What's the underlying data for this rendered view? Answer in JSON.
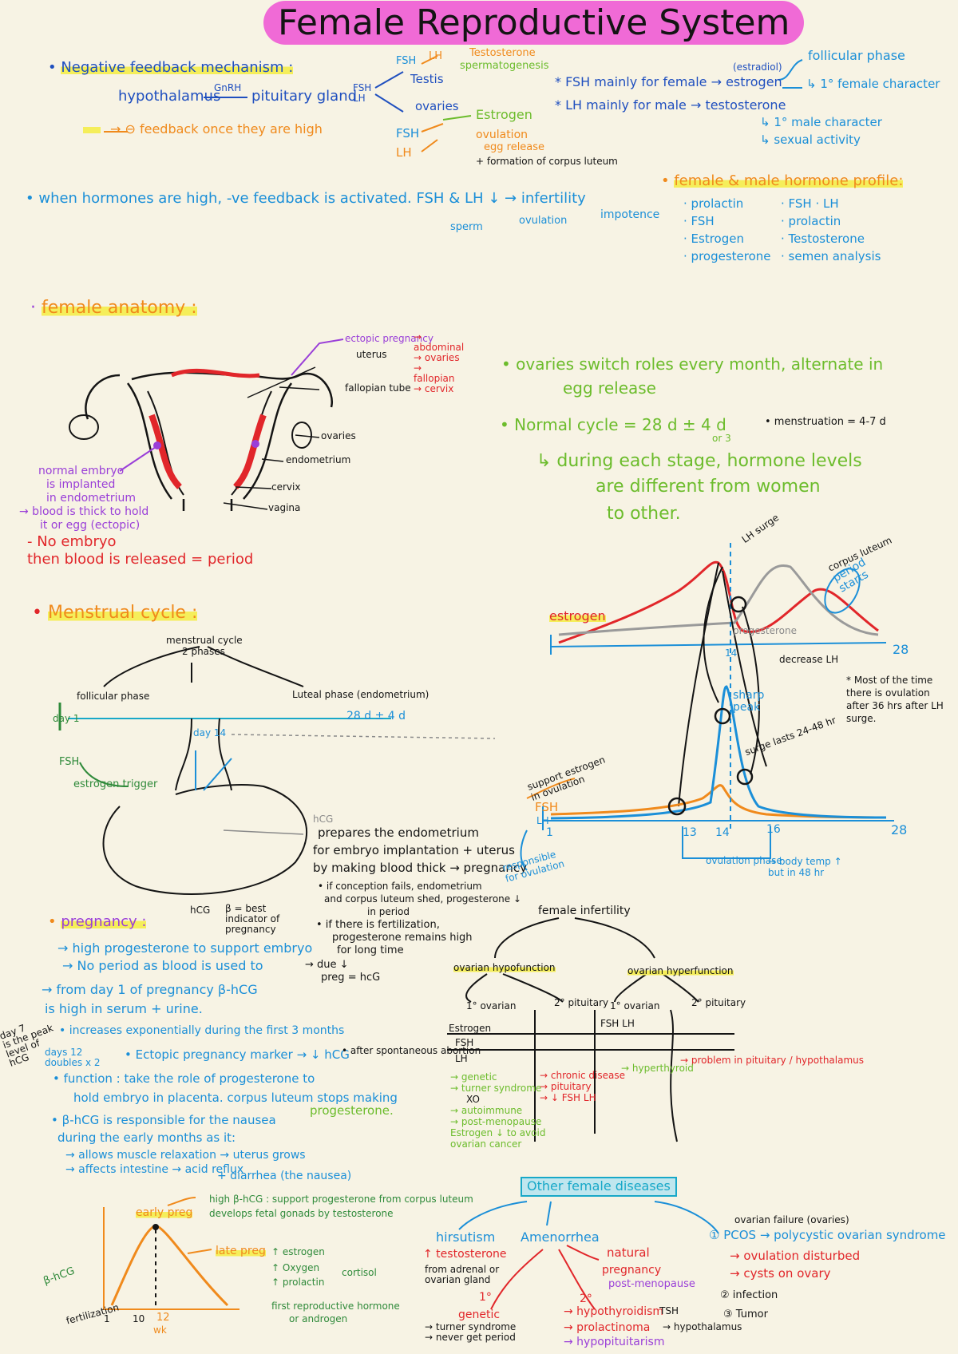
{
  "title": "Female Reproductive System",
  "feedback": {
    "heading": "Negative feedback mechanism :",
    "hypothalamus": "hypothalamus",
    "gnrh": "GnRH",
    "pituitary": "pituitary gland",
    "fsh_lh": "FSH LH",
    "testis_fsh": "FSH",
    "testis_lh": "LH",
    "testosterone": "Testosterone",
    "spermatogenesis": "spermatogenesis",
    "testis": "Testis",
    "ovaries": "ovaries",
    "estrogen": "Estrogen",
    "ov_fsh": "FSH",
    "ov_lh": "LH",
    "ovulation": "ovulation",
    "egg_release": "egg release",
    "corpus": "+ formation of corpus luteum",
    "neg_note": "→ ⊖ feedback once they are high",
    "fsh_female": "* FSH mainly for female → estrogen",
    "lh_male": "* LH mainly for male → testosterone",
    "estradiol": "(estradiol)",
    "follicular": "follicular phase",
    "female_char": "1° female character",
    "male_char": "1° male character",
    "sexual": "sexual activity"
  },
  "hormones_high": {
    "text": "when hormones are high, -ve feedback is activated. FSH & LH ↓ → infertility",
    "impotence": "impotence",
    "sperm": "sperm",
    "ovulation": "ovulation"
  },
  "profile": {
    "heading": "female & male hormone profile:",
    "female": [
      "prolactin",
      "FSH",
      "Estrogen",
      "progesterone"
    ],
    "male": [
      "FSH · LH",
      "prolactin",
      "Testosterone",
      "semen analysis"
    ]
  },
  "anatomy": {
    "heading": "female anatomy :",
    "labels": {
      "ectopic": "ectopic pregnancy",
      "ectopic_sub": "→ abdominal → ovaries → fallopian → cervix",
      "uterus": "uterus",
      "fallopian": "fallopian tube",
      "ovaries": "ovaries",
      "endometrium": "endometrium",
      "cervix": "cervix",
      "vagina": "vagina"
    },
    "normal_embryo": [
      "normal embryo",
      "is implanted",
      "in endometrium",
      "→ blood is thick to hold",
      "it or egg (ectopic)"
    ],
    "no_embryo": [
      "- No embryo",
      "then blood is released = period"
    ]
  },
  "ovaries_note": {
    "line1": "• ovaries switch roles every month, alternate in",
    "line2": "egg release",
    "line3": "• Normal cycle = 28 d ± 4 d",
    "or3": "or 3",
    "menstruation": "• menstruation = 4-7 d",
    "line4": "↳ during each stage, hormone levels",
    "line5": "are different from women",
    "line6": "to other."
  },
  "cycle": {
    "heading": "Menstrual cycle :",
    "top": "menstrual cycle",
    "phases": "2 phases",
    "follicular": "follicular phase",
    "luteal": "Luteal phase (endometrium)",
    "day1": "day 1",
    "day28": "28 d ± 4 d",
    "day14": "day 14",
    "fsh": "FSH",
    "estrogen_trigger": "estrogen trigger",
    "hcg": "hCG",
    "progesterone_note": "prepares the endometrium",
    "embryo1": "for embryo implantation + uterus",
    "embryo2": "by making blood thick → pregnancy",
    "fails1": "• if conception fails, endometrium",
    "fails2": "and corpus luteum shed, progesterone ↓",
    "fails3": "in period",
    "fert1": "• if there is fertilization,",
    "fert2": "progesterone remains high",
    "fert3": "for long time",
    "fert4": "→ due ↓",
    "fert5": "preg = hcG"
  },
  "hormone_chart": {
    "estrogen": "estrogen",
    "progesterone": "progesterone",
    "day28": "28",
    "day14": "14",
    "lh_surge": "LH surge",
    "decrease_lh": "decrease LH",
    "period_start": "period starts",
    "corpus": "corpus luteum",
    "sharp_peak": "sharp peak",
    "surge_note": "surge lasts 24-48 hr",
    "after_note": "* Most of the time there is ovulation after 36 hrs after LH surge.",
    "fsh": "FSH",
    "lh": "LH",
    "support": "support estrogen in ovulation",
    "responsible": "responsible for ovulation",
    "d1": "1",
    "d13": "13",
    "d14": "14",
    "d16": "16",
    "d28": "28",
    "ovulation_phase": "ovulation phase",
    "body_temp": "→ body temp ↑ but in 48 hr"
  },
  "pregnancy": {
    "heading": "pregnancy :",
    "hcg": "hCG",
    "marker": "β = best indicator of pregnancy",
    "high_prog": "→ high progesterone to support embryo",
    "no_period": "→ No period as blood is used to",
    "day1": "→ from day 1 of pregnancy β-hCG",
    "urine": "is high in serum + urine.",
    "increases": "• increases exponentially during the first 3 months",
    "ectopic": "• Ectopic pregnancy marker → ↓ hCG",
    "after": "• after spontaneous abortion",
    "function": "• function : take the role of progesterone to",
    "hold": "hold embryo in placenta. corpus luteum stops making",
    "progesterone": "progesterone.",
    "responsible": "• β-hCG is responsible for the nausea",
    "months": "during the early months as it:",
    "relax": "→ allows muscle relaxation → uterus grows",
    "affects": "→ affects intestine → acid reflux",
    "diarrhea": "+ diarrhea (the nausea)",
    "side_note": [
      "day 7",
      "is the peak",
      "level of",
      "hCG"
    ],
    "side_note2": [
      "days 12",
      "doubles x 2"
    ]
  },
  "infertility": {
    "heading": "female infertility",
    "left": "ovarian hypofunction",
    "right": "ovarian hyperfunction",
    "cols": [
      "1° ovarian",
      "2° pituitary",
      "1° ovarian",
      "2° pituitary"
    ],
    "rows": [
      "Estrogen",
      "FSH",
      "LH"
    ],
    "pituitary_note": "→ problem in pituitary / hypothalamus",
    "col1_notes": [
      "→ genetic",
      "→ turner syndrome",
      "XO",
      "→ autoimmune",
      "→ post-menopause",
      "Estrogen ↓ to avoid",
      "ovarian cancer"
    ],
    "col2_notes": [
      "→ chronic disease",
      "→ pituitary",
      "→ ↓ FSH LH"
    ],
    "col3_note": "→ hyperthyroid",
    "fsh_lh": "FSH LH"
  },
  "other": {
    "heading": "Other female diseases",
    "hirsutism": "hirsutism",
    "amenorrhea": "Amenorrhea",
    "testosterone": "↑ testosterone",
    "testo_sub": [
      "from adrenal or",
      "ovarian gland"
    ],
    "natural": "natural",
    "pregnancy": "pregnancy",
    "post_menopause": "post-menopause",
    "primary": "1°",
    "secondary": "2°",
    "genetic": "genetic",
    "genetic_sub": [
      "→ turner syndrome",
      "→ never get period"
    ],
    "hypo": "→ hypothyroidism",
    "tsh": "TSH",
    "prolactin": "→ prolactinoma",
    "hypopituitarism": "→ hypopituitarism",
    "hypothal": "→ hypothalamus",
    "ovarian_failure": "ovarian failure (ovaries)",
    "pcos": "① PCOS → polycystic ovarian syndrome",
    "ovulation_disturbed": "→ ovulation disturbed",
    "cysts": "→ cysts on ovary",
    "infection": "② infection",
    "tumor": "③ Tumor"
  },
  "hcg_graph": {
    "title": "β-hCG",
    "early": "early preg",
    "late": "late preg",
    "estrogen_note": "↑ estrogen",
    "oxygen": "↑ Oxygen",
    "prolactin": "↑ prolactin",
    "cortisol": "cortisol",
    "first_repro": "first reproductive hormone",
    "androgen": "or androgen",
    "high_note": "high β-hCG : support progesterone from corpus luteum",
    "gonads": "develops fetal gonads by testosterone",
    "axis": "fertilization",
    "t1": "1",
    "t2": "10",
    "t3": "12",
    "week": "wk"
  }
}
